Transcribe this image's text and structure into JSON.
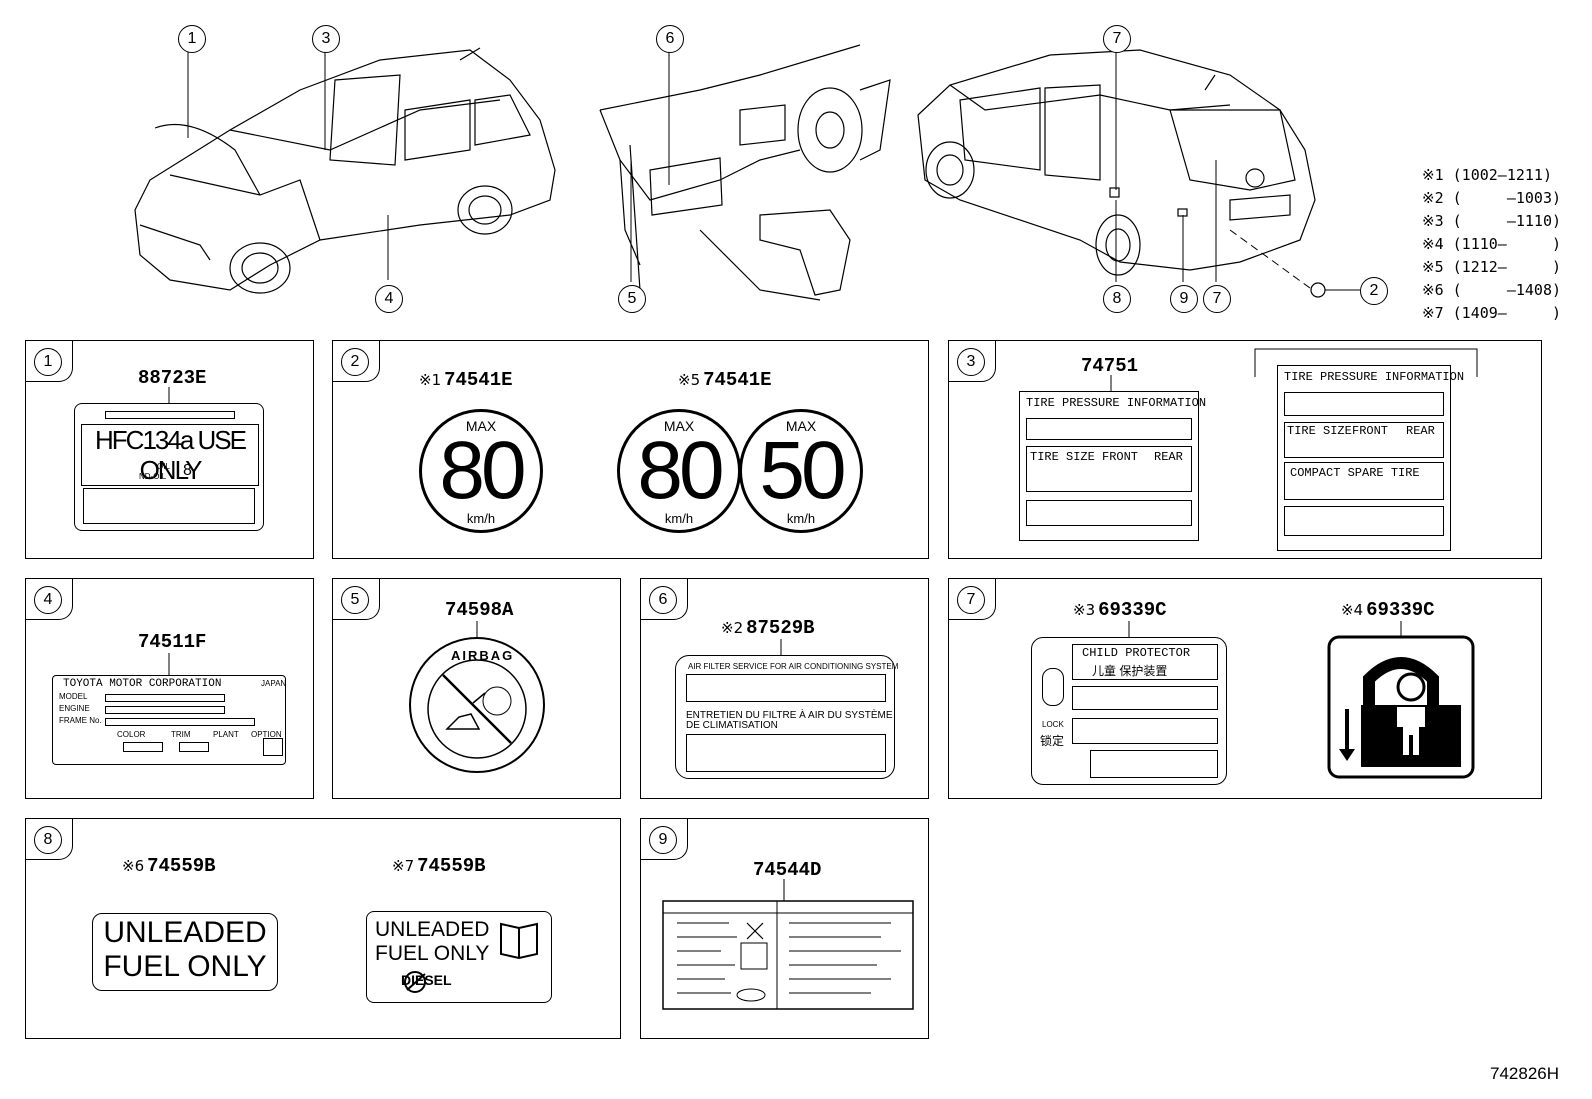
{
  "callouts_top": [
    "1",
    "3",
    "4",
    "6",
    "5",
    "7",
    "8",
    "9",
    "7",
    "2"
  ],
  "notes": [
    "※1 (1002–1211)",
    "※2 (     –1003)",
    "※3 (     –1110)",
    "※4 (1110–     )",
    "※5 (1212–     )",
    "※6 (     –1408)",
    "※7 (1409–     )"
  ],
  "panels": {
    "p1": {
      "num": "1",
      "part": "88723E",
      "line1": "HFC134a USE ONLY",
      "line2": "OIL",
      "line3": "ND-OIL",
      "line4": "8"
    },
    "p2": {
      "num": "2",
      "mark1": "※1",
      "part1": "74541E",
      "mark2": "※5",
      "part2": "74541E",
      "max": "MAX",
      "kmh": "km/h",
      "speed1": "80",
      "speed2": "80",
      "speed3": "50"
    },
    "p3": {
      "num": "3",
      "part": "74751",
      "title": "TIRE PRESSURE INFORMATION",
      "tire_size": "TIRE SIZE",
      "front": "FRONT",
      "rear": "REAR",
      "compact": "COMPACT SPARE TIRE"
    },
    "p4": {
      "num": "4",
      "part": "74511F",
      "maker": "TOYOTA MOTOR CORPORATION",
      "japan": "JAPAN",
      "model": "MODEL",
      "engine": "ENGINE",
      "frame": "FRAME No.",
      "color": "COLOR",
      "trim": "TRIM",
      "plant": "PLANT",
      "option": "OPTION"
    },
    "p5": {
      "num": "5",
      "part": "74598A",
      "airbag": "AIRBAG"
    },
    "p6": {
      "num": "6",
      "mark": "※2",
      "part": "87529B",
      "line1": "AIR FILTER SERVICE FOR AIR CONDITIONING SYSTEM",
      "line2": "ENTRETIEN DU FILTRE À AIR DU SYSTÈME",
      "line3": "DE CLIMATISATION"
    },
    "p7": {
      "num": "7",
      "mark1": "※3",
      "part1": "69339C",
      "mark2": "※4",
      "part2": "69339C",
      "child": "CHILD PROTECTOR",
      "cn": "儿童 保护装置",
      "lock": "LOCK",
      "lockcn": "锁定"
    },
    "p8": {
      "num": "8",
      "mark1": "※6",
      "part1": "74559B",
      "mark2": "※7",
      "part2": "74559B",
      "fuel1a": "UNLEADED",
      "fuel1b": "FUEL ONLY",
      "fuel2a": "UNLEADED",
      "fuel2b": "FUEL ONLY",
      "diesel": "DIESEL"
    },
    "p9": {
      "num": "9",
      "part": "74544D"
    }
  },
  "figure_id": "742826H"
}
